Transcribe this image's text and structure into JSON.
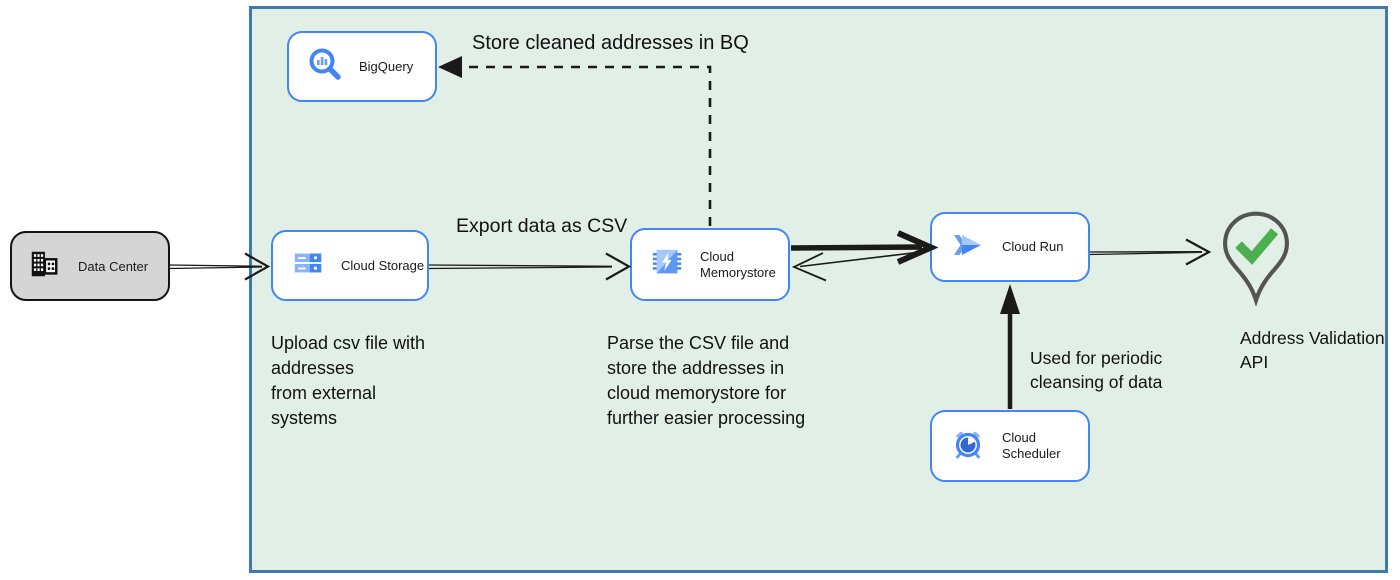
{
  "diagram": {
    "nodes": {
      "data_center": {
        "label": "Data Center",
        "icon": "building-icon"
      },
      "bigquery": {
        "label": "BigQuery",
        "icon": "bigquery-icon"
      },
      "cloud_storage": {
        "label": "Cloud Storage",
        "icon": "cloud-storage-icon"
      },
      "cloud_memorystore": {
        "label": "Cloud Memorystore",
        "icon": "memorystore-chip-icon"
      },
      "cloud_run": {
        "label": "Cloud Run",
        "icon": "cloud-run-icon"
      },
      "cloud_scheduler": {
        "label": "Cloud Scheduler",
        "icon": "alarm-clock-icon"
      },
      "address_validation_api": {
        "label": "Address Validation\nAPI",
        "icon": "map-pin-check-icon"
      }
    },
    "edge_labels": {
      "store_cleaned": "Store cleaned addresses in BQ",
      "export_csv": "Export data as CSV"
    },
    "notes": {
      "upload": "Upload csv file with\naddresses\nfrom external\nsystems",
      "parse": "Parse the CSV file and\nstore the addresses in\ncloud  memorystore for\nfurther easier processing",
      "scheduler": "Used for periodic\ncleansing of data"
    },
    "colors": {
      "container_fill": "#e2efe6",
      "container_border": "#3e79b4",
      "node_border": "#4285f4",
      "gcp_blue": "#4285f4",
      "gcp_blue_light": "#a8c7fa",
      "gcp_blue_dark": "#3367d6",
      "check_green": "#4caf50",
      "pin_outline_gray": "#545454",
      "data_center_fill": "#d5d5d5",
      "arrow_black": "#1a1a1a"
    }
  }
}
